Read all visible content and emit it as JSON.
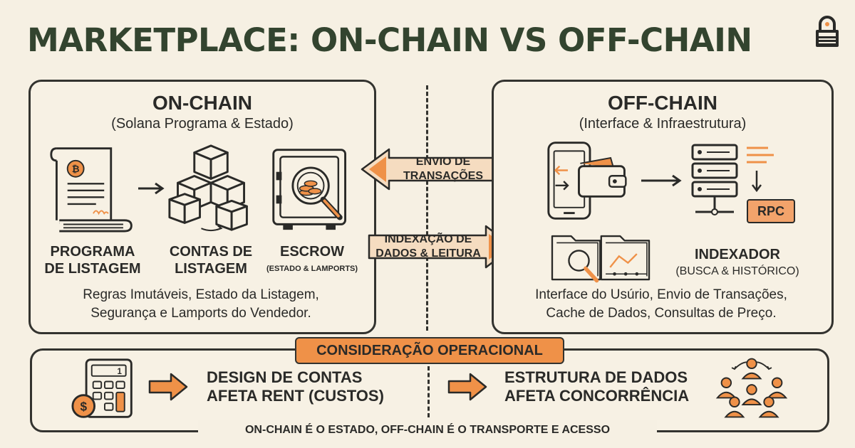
{
  "title": "MARKETPLACE: ON-CHAIN VS OFF-CHAIN",
  "colors": {
    "accent": "#ef9148",
    "ink": "#33332f",
    "title": "#33442f",
    "background": "#f6f0e3"
  },
  "on_chain": {
    "heading": "ON-CHAIN",
    "subheading": "(Solana Programa & Estado)",
    "items": [
      {
        "icon": "scroll-contract-icon",
        "line1": "PROGRAMA",
        "line2": "DE LISTAGEM"
      },
      {
        "icon": "cubes-icon",
        "line1": "CONTAS DE",
        "line2": "LISTAGEM"
      },
      {
        "icon": "safe-vault-icon",
        "line1": "ESCROW",
        "line2": "(ESTADO & LAMPORTS)"
      }
    ],
    "description_line1": "Regras Imutáveis, Estado da Listagem,",
    "description_line2": "Segurança e Lamports do Vendedor."
  },
  "off_chain": {
    "heading": "OFF-CHAIN",
    "subheading": "(Interface & Infraestrutura)",
    "rpc_label": "RPC",
    "indexer_line1": "INDEXADOR",
    "indexer_line2": "(BUSCA & HISTÓRICO)",
    "description_line1": "Interface do Usúrio, Envio de Transações,",
    "description_line2": "Cache de Dados, Consultas de Preço."
  },
  "arrows": {
    "to_on_chain_line1": "ENVIO DE",
    "to_on_chain_line2": "TRANSAÇÕES",
    "to_off_chain_line1": "INDEXAÇÃO DE",
    "to_off_chain_line2": "DADOS & LEITURA"
  },
  "consideration": {
    "badge": "CONSIDERAÇÃO OPERACIONAL",
    "left_line1": "DESIGN DE CONTAS",
    "left_line2": "AFETA RENT (CUSTOS)",
    "right_line1": "ESTRUTURA DE DADOS",
    "right_line2": "AFETA CONCORRÊNCIA",
    "calculator_digit": "1",
    "coin_symbol": "$"
  },
  "footer": "ON-CHAIN É O ESTADO, OFF-CHAIN É O TRANSPORTE E ACESSO"
}
